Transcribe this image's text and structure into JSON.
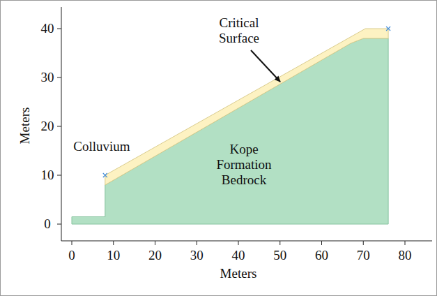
{
  "diagram": {
    "labels": [
      "Critical Surface",
      "Colluvium",
      "Kope Formation Bedrock",
      "Meters",
      "Meters",
      "0",
      "10",
      "20",
      "30",
      "40",
      "50",
      "60",
      "70",
      "80",
      "0",
      "10",
      "20",
      "30",
      "40"
    ]
  }
}
